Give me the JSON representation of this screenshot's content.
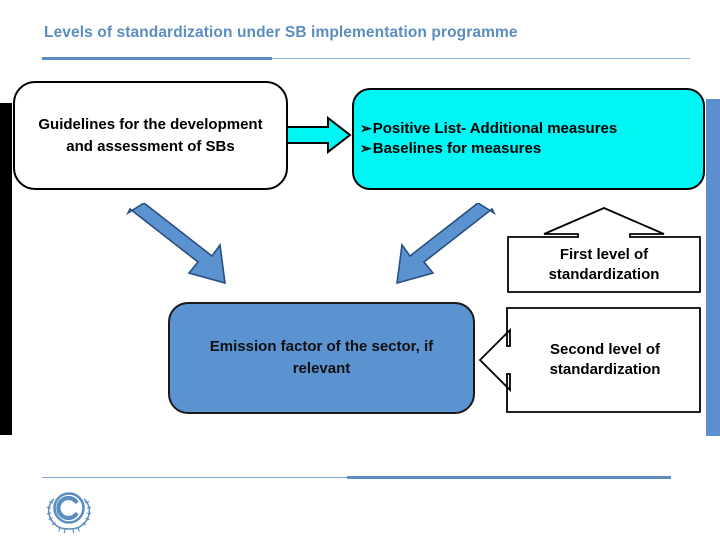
{
  "slide": {
    "title": "Levels of standardization under SB implementation programme",
    "title_color": "#5b8dbf",
    "background": "#ffffff"
  },
  "boxes": {
    "guidelines": {
      "text": "Guidelines for the development and assessment of SBs",
      "fill": "#ffffff",
      "border": "#000000",
      "text_color": "#000000"
    },
    "positive_list": {
      "bullets": [
        {
          "glyph": "➢",
          "text": "Positive List- Additional measures"
        },
        {
          "glyph": "➢",
          "text": "Baselines for measures"
        }
      ],
      "fill": "#00f5f5",
      "border": "#000000",
      "text_color": "#000000"
    },
    "emission_factor": {
      "text": "Emission factor of the sector, if relevant",
      "fill": "#5b92d0",
      "border": "#1a1a1a",
      "text_color": "#111111"
    }
  },
  "callouts": {
    "first_level": {
      "text": "First level of standardization",
      "fill": "#ffffff",
      "border": "#000000",
      "direction": "up"
    },
    "second_level": {
      "text": "Second level of standardization",
      "fill": "#ffffff",
      "border": "#000000",
      "direction": "left"
    }
  },
  "connectors": {
    "cyan_arrow": {
      "direction": "right",
      "fill": "#00f5f5",
      "stroke": "#000000"
    },
    "left_diagonal_arrow": {
      "direction": "down-right",
      "fill": "#5b92d0",
      "stroke": "#2a4f80"
    },
    "right_diagonal_arrow": {
      "direction": "down-left",
      "fill": "#5b92d0",
      "stroke": "#2a4f80"
    }
  },
  "decor": {
    "left_bar_color": "#000000",
    "right_bar_color": "#5b8fd0",
    "rule_color": "#5b8dbf",
    "rule_color_light": "#8fb2d4",
    "logo_color": "#5b8dbf",
    "logo_name": "unfccc-logo"
  }
}
